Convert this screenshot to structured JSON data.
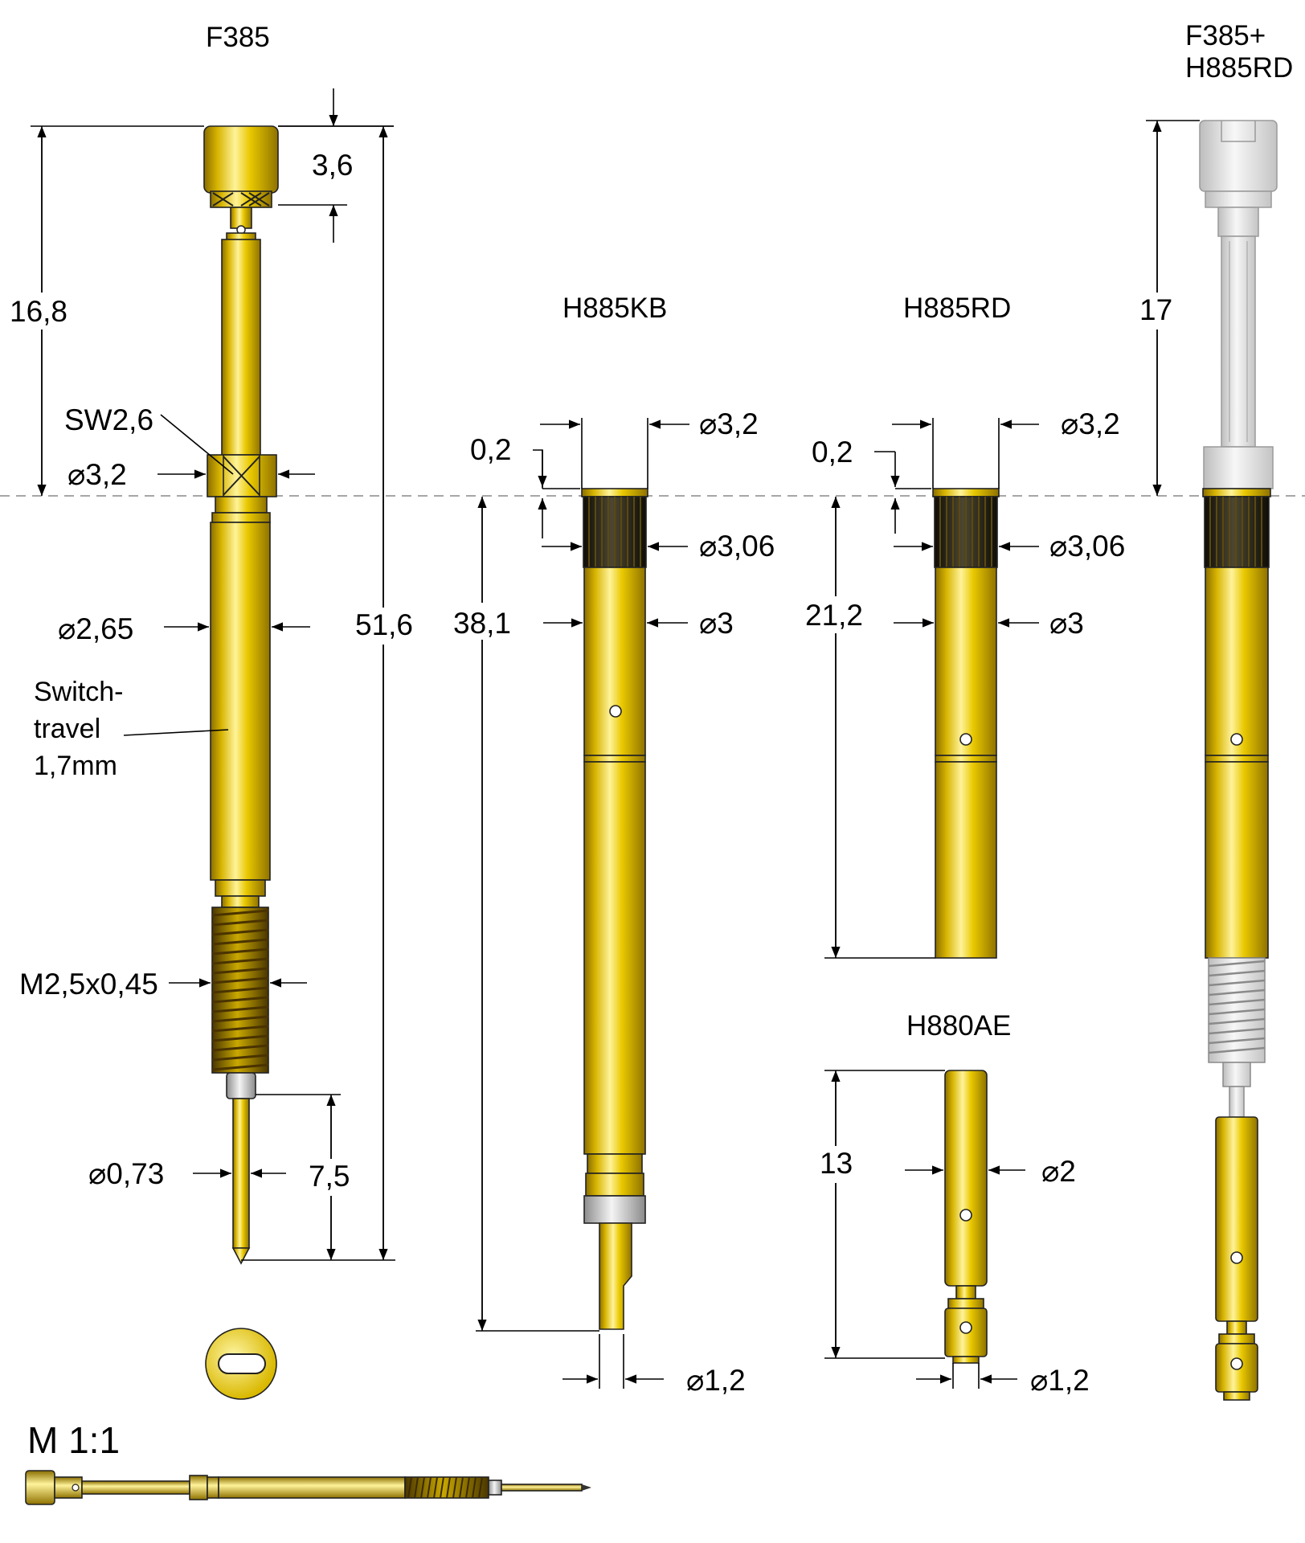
{
  "parts": {
    "f385": {
      "title": "F385"
    },
    "h885kb": {
      "title": "H885KB"
    },
    "h885rd": {
      "title": "H885RD"
    },
    "h880ae": {
      "title": "H880AE"
    },
    "assembly": {
      "title_line1": "F385+",
      "title_line2": "H885RD"
    }
  },
  "dimensions": {
    "f385_head_height": "3,6",
    "f385_upper_length": "16,8",
    "f385_wrench_size": "SW2,6",
    "f385_hex_diameter": "3,2",
    "f385_barrel_diameter": "2,65",
    "f385_total_length": "51,6",
    "f385_thread": "M2,5x0,45",
    "f385_plunger_diameter": "0,73",
    "f385_plunger_length": "7,5",
    "h885kb_collar_offset": "0,2",
    "h885kb_collar_diameter": "3,2",
    "h885kb_knurl_diameter": "3,06",
    "h885kb_body_diameter": "3",
    "h885kb_length": "38,1",
    "h885kb_tip_diameter": "1,2",
    "h885rd_collar_offset": "0,2",
    "h885rd_collar_diameter": "3,2",
    "h885rd_knurl_diameter": "3,06",
    "h885rd_body_diameter": "3",
    "h885rd_length": "21,2",
    "h880ae_length": "13",
    "h880ae_diameter": "2",
    "h880ae_tip_diameter": "1,2",
    "assembly_height": "17"
  },
  "notes": {
    "switch_travel_line1": "Switch-",
    "switch_travel_line2": "travel",
    "switch_travel_line3": "1,7mm",
    "scale": "M 1:1",
    "diameter_symbol": "⌀"
  },
  "colors": {
    "gold": "#e6c400",
    "gold_dark": "#a98c00",
    "silver": "#cfcfcf",
    "ghost": "#e6e6e6",
    "thread": "#7a5a00",
    "knurl": "#1e1a10"
  }
}
